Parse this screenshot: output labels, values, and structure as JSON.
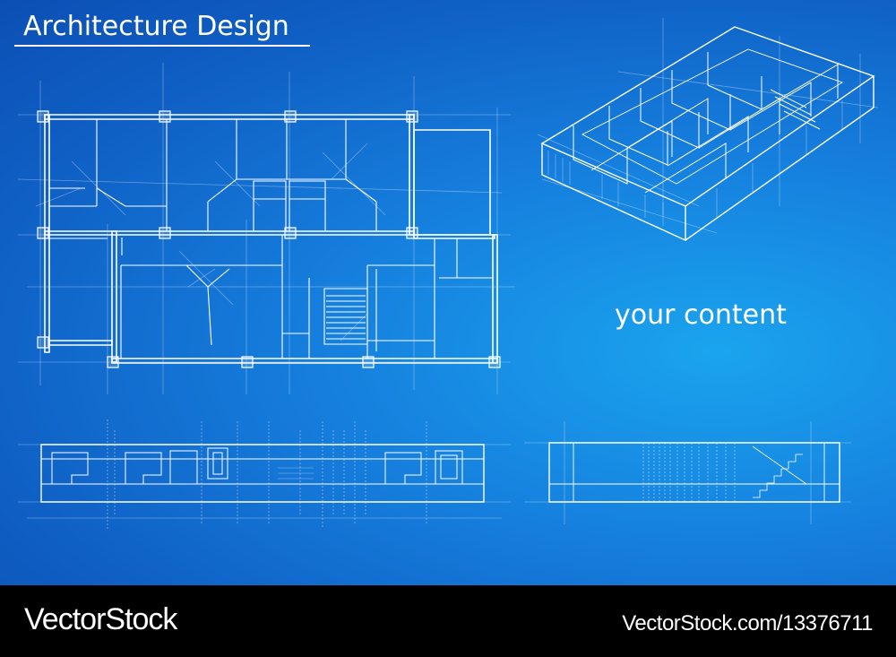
{
  "title": "Architecture Design",
  "content_placeholder": "your content",
  "footer": {
    "brand": "VectorStock",
    "stock_id": "VectorStock.com/13376711"
  },
  "colors": {
    "background_dark": "#0c4fb4",
    "background_light": "#1aa4ee",
    "line": "#ffffff",
    "footer": "#000000"
  }
}
